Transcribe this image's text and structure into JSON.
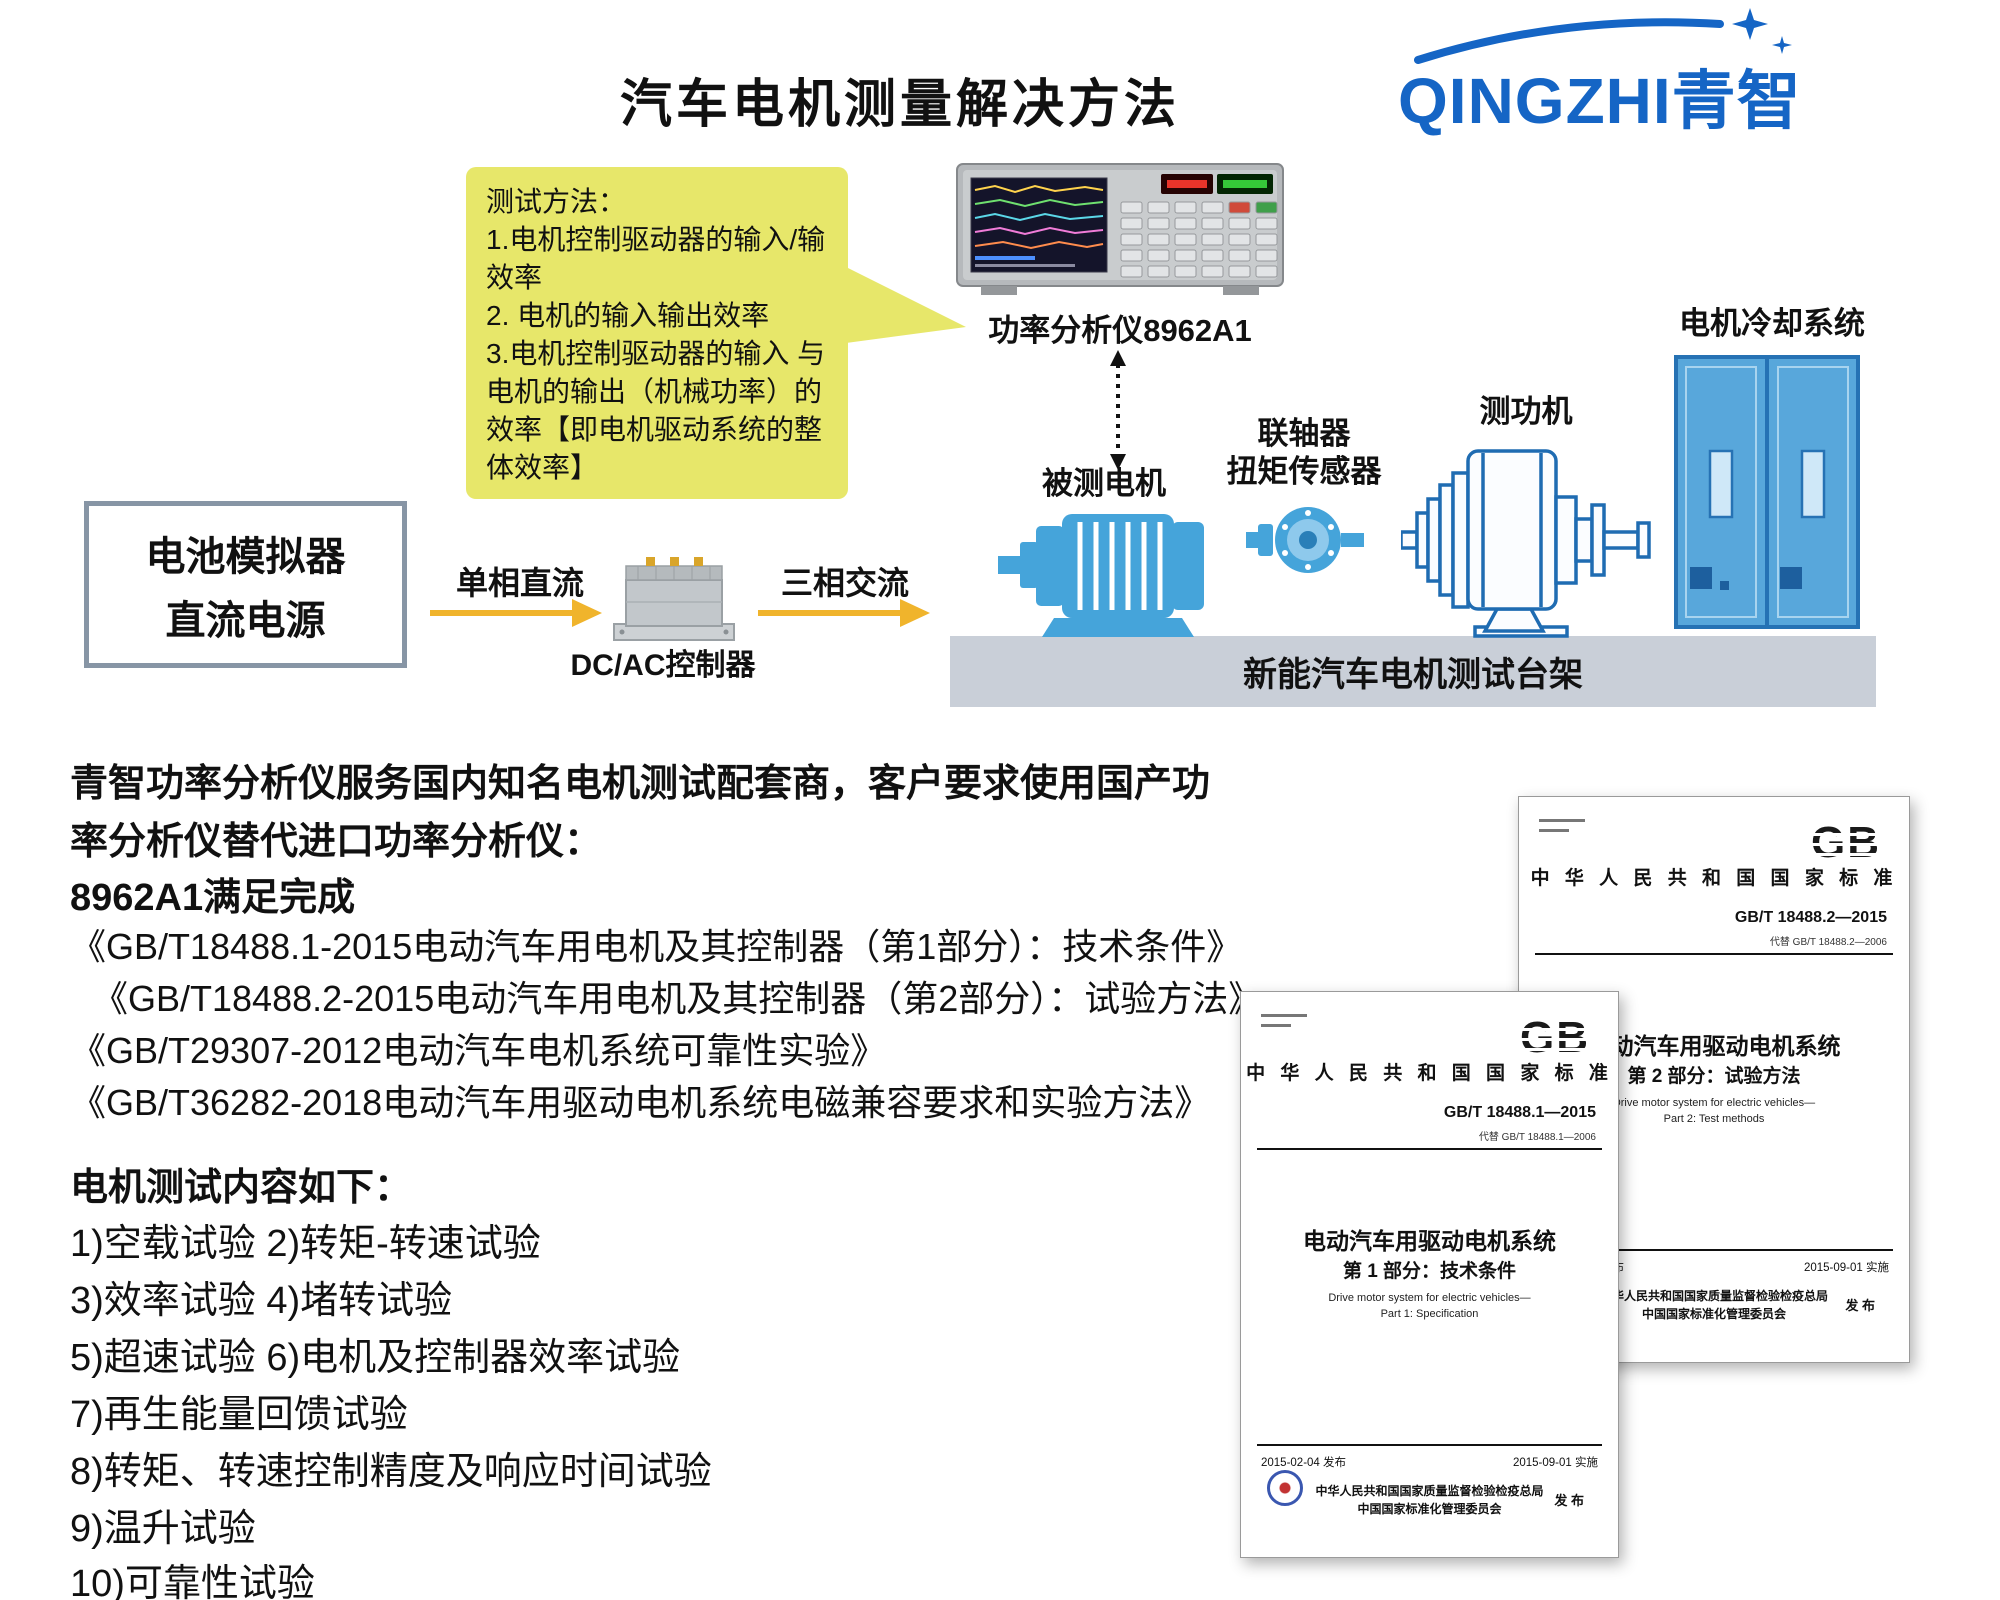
{
  "title": "汽车电机测量解决方法",
  "logo": {
    "latin": "QINGZHI",
    "cjk": "青智"
  },
  "callout": {
    "lines": [
      "测试方法：",
      "1.电机控制驱动器的输入/输",
      "效率",
      "2. 电机的输入输出效率",
      "3.电机控制驱动器的输入 与",
      "电机的输出（机械功率）的",
      "效率【即电机驱动系统的整",
      "体效率】"
    ]
  },
  "diagram": {
    "analyzer_label": "功率分析仪8962A1",
    "battery_line1": "电池模拟器",
    "battery_line2": "直流电源",
    "dc_arrow_label": "单相直流",
    "controller_label": "DC/AC控制器",
    "ac_arrow_label": "三相交流",
    "motor_label": "被测电机",
    "coupling_label_line1": "联轴器",
    "coupling_label_line2": "扭矩传感器",
    "dyno_label": "测功机",
    "cooling_label": "电机冷却系统",
    "bench_label": "新能汽车电机测试台架"
  },
  "body": {
    "intro_line1": "青智功率分析仪服务国内知名电机测试配套商，客户要求使用国产功",
    "intro_line2": "率分析仪替代进口功率分析仪：",
    "model_line": "8962A1满足完成",
    "standards": [
      "《GB/T18488.1-2015电动汽车用电机及其控制器（第1部分）：技术条件》",
      "《GB/T18488.2-2015电动汽车用电机及其控制器（第2部分）：试验方法》",
      "《GB/T29307-2012电动汽车电机系统可靠性实验》",
      "《GB/T36282-2018电动汽车用驱动电机系统电磁兼容要求和实验方法》"
    ],
    "tests_title": "电机测试内容如下：",
    "tests": [
      "1)空载试验  2)转矩-转速试验",
      "3)效率试验 4)堵转试验",
      "5)超速试验 6)电机及控制器效率试验",
      "7)再生能量回馈试验",
      "8)转矩、转速控制精度及响应时间试验",
      "9)温升试验",
      "10)可靠性试验"
    ]
  },
  "documents": {
    "front": {
      "gb": "GB",
      "header": "中 华 人 民 共 和 国 国 家 标 准",
      "code": "GB/T 18488.1—2015",
      "code_sub": "代替 GB/T 18488.1—2006",
      "title1": "电动汽车用驱动电机系统",
      "title2": "第 1 部分：技术条件",
      "en1": "Drive motor system for electric vehicles—",
      "en2": "Part 1: Specification",
      "date_left": "2015-02-04 发布",
      "date_right": "2015-09-01 实施",
      "issuer1": "中华人民共和国国家质量监督检验检疫总局",
      "issuer2": "中国国家标准化管理委员会",
      "issue_word": "发 布"
    },
    "back": {
      "gb": "GB",
      "header": "中 华 人 民 共 和 国 国 家 标 准",
      "code": "GB/T 18488.2—2015",
      "code_sub": "代替 GB/T 18488.2—2006",
      "title1": "电动汽车用驱动电机系统",
      "title2": "第 2 部分：试验方法",
      "en1": "Drive motor system for electric vehicles—",
      "en2": "Part 2: Test methods",
      "date_left": "2015-02-04 发布",
      "date_right": "2015-09-01 实施",
      "issuer1": "中华人民共和国国家质量监督检验检疫总局",
      "issuer2": "中国国家标准化管理委员会",
      "issue_word": "发 布"
    }
  },
  "colors": {
    "accent_blue": "#1565c5",
    "callout_yellow": "#e7e76a",
    "arrow_yellow": "#f0b42c",
    "motor_blue": "#45a4da",
    "outline_blue": "#1f6cb2",
    "bench_gray": "#c9cfd8"
  }
}
